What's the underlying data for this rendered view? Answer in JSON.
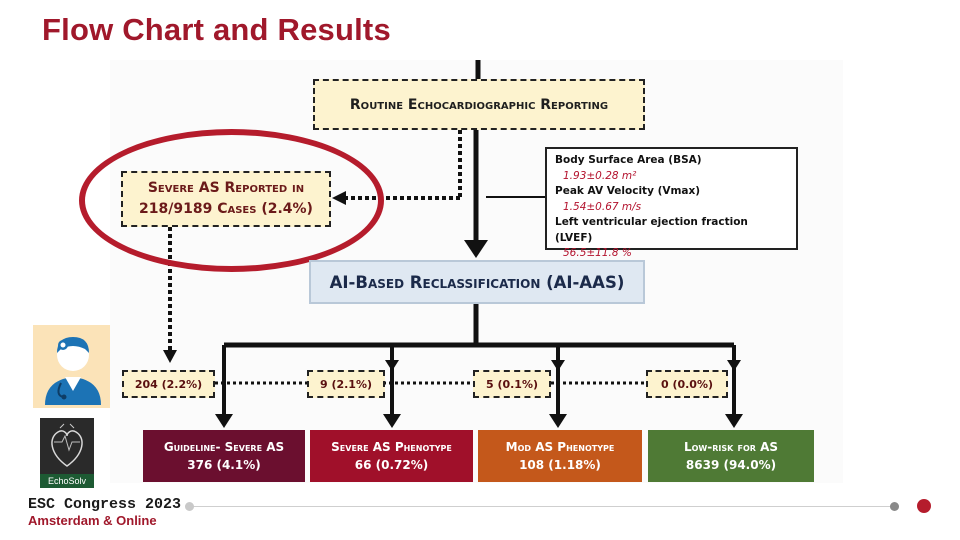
{
  "slide": {
    "title": "Flow Chart and Results"
  },
  "flow": {
    "routine": "Routine Echocardiographic Reporting",
    "severe_reported_line1": "Severe AS Reported in",
    "severe_reported_line2": "218/9189 Cases (2.4%)",
    "ai": "AI-Based Reclassification (AI-AAS)",
    "params": [
      {
        "label": "Body Surface Area (BSA)",
        "value": "1.93±0.28 m²"
      },
      {
        "label": "Peak AV Velocity (Vmax)",
        "value": "1.54±0.67 m/s"
      },
      {
        "label": "Left ventricular ejection fraction (LVEF)",
        "value": "56.5±11.8 %"
      }
    ],
    "counts": [
      "204 (2.2%)",
      "9 (2.1%)",
      "5 (0.1%)",
      "0 (0.0%)"
    ],
    "categories": [
      {
        "name": "Guideline- Severe AS",
        "value": "376 (4.1%)",
        "color": "#6b0f2f"
      },
      {
        "name": "Severe AS Phenotype",
        "value": "66 (0.72%)",
        "color": "#a0102a"
      },
      {
        "name": "Mod AS Phenotype",
        "value": "108 (1.18%)",
        "color": "#c4581b"
      },
      {
        "name": "Low-risk for AS",
        "value": "8639 (94.0%)",
        "color": "#4f7a35"
      }
    ]
  },
  "logo": {
    "text": "EchoSolv"
  },
  "footer": {
    "line1": "ESC Congress 2023",
    "line2": "Amsterdam & Online"
  },
  "colors": {
    "accent": "#a0182b"
  }
}
